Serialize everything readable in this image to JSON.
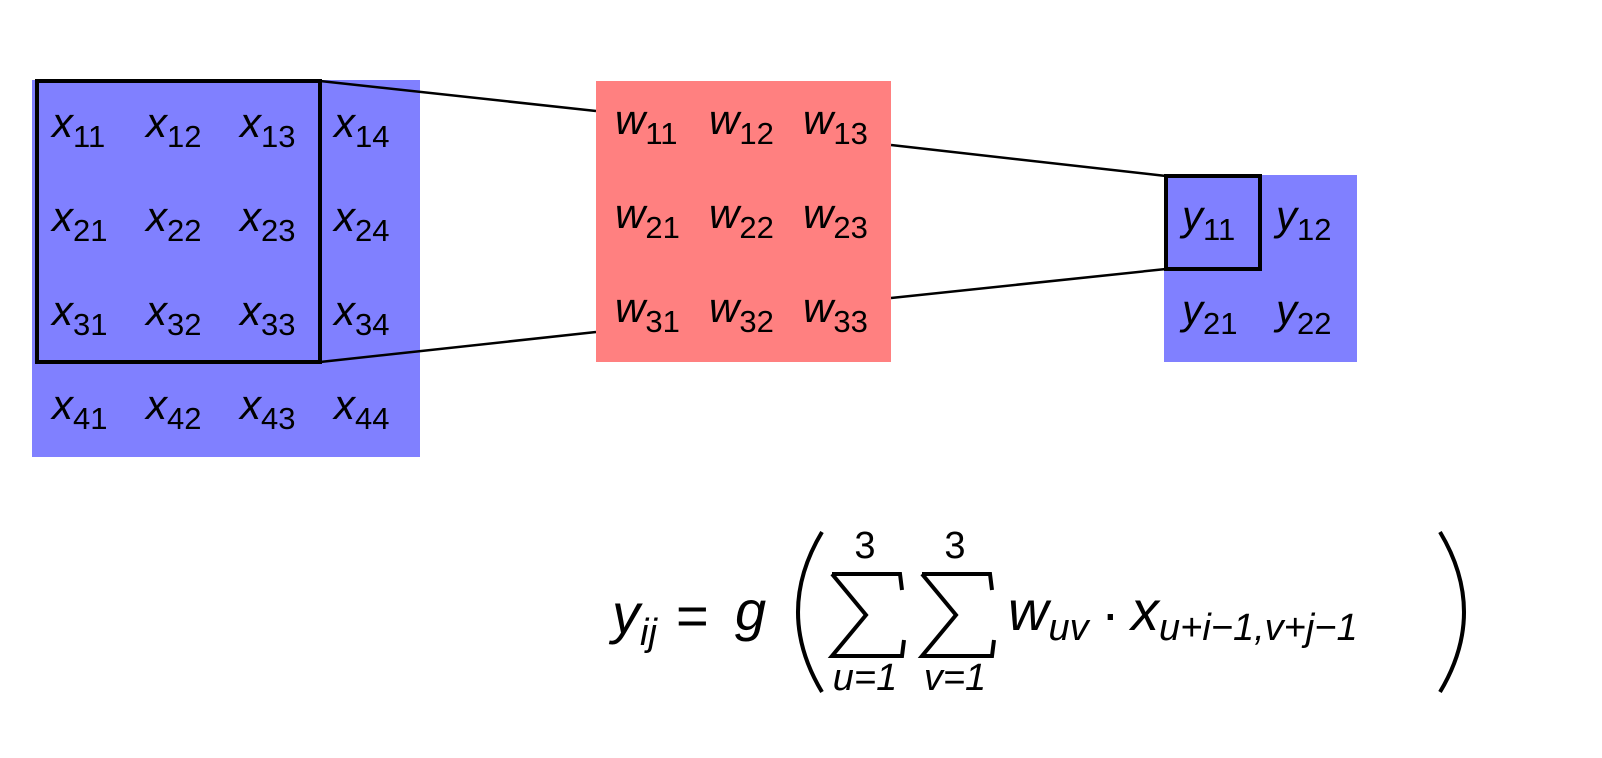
{
  "colors": {
    "input_fill": "#8080ff",
    "kernel_fill": "#ff8080",
    "output_fill": "#8080ff",
    "stroke": "#000000"
  },
  "input_matrix": {
    "symbol": "x",
    "cells": [
      [
        "11",
        "12",
        "13",
        "14"
      ],
      [
        "21",
        "22",
        "23",
        "24"
      ],
      [
        "31",
        "32",
        "33",
        "34"
      ],
      [
        "41",
        "42",
        "43",
        "44"
      ]
    ]
  },
  "kernel_matrix": {
    "symbol": "w",
    "cells": [
      [
        "11",
        "12",
        "13"
      ],
      [
        "21",
        "22",
        "23"
      ],
      [
        "31",
        "32",
        "33"
      ]
    ]
  },
  "output_matrix": {
    "symbol": "y",
    "cells": [
      [
        "11",
        "12"
      ],
      [
        "21",
        "22"
      ]
    ]
  },
  "formula": {
    "lhs": "y",
    "lhs_sub": "ij",
    "equals": "=",
    "func": "g",
    "sum1_upper": "3",
    "sum1_lower": "u=1",
    "sum2_upper": "3",
    "sum2_lower": "v=1",
    "weight": "w",
    "weight_sub": "uv",
    "dot": "·",
    "input": "x",
    "input_sub": "u+i−1,v+j−1"
  }
}
